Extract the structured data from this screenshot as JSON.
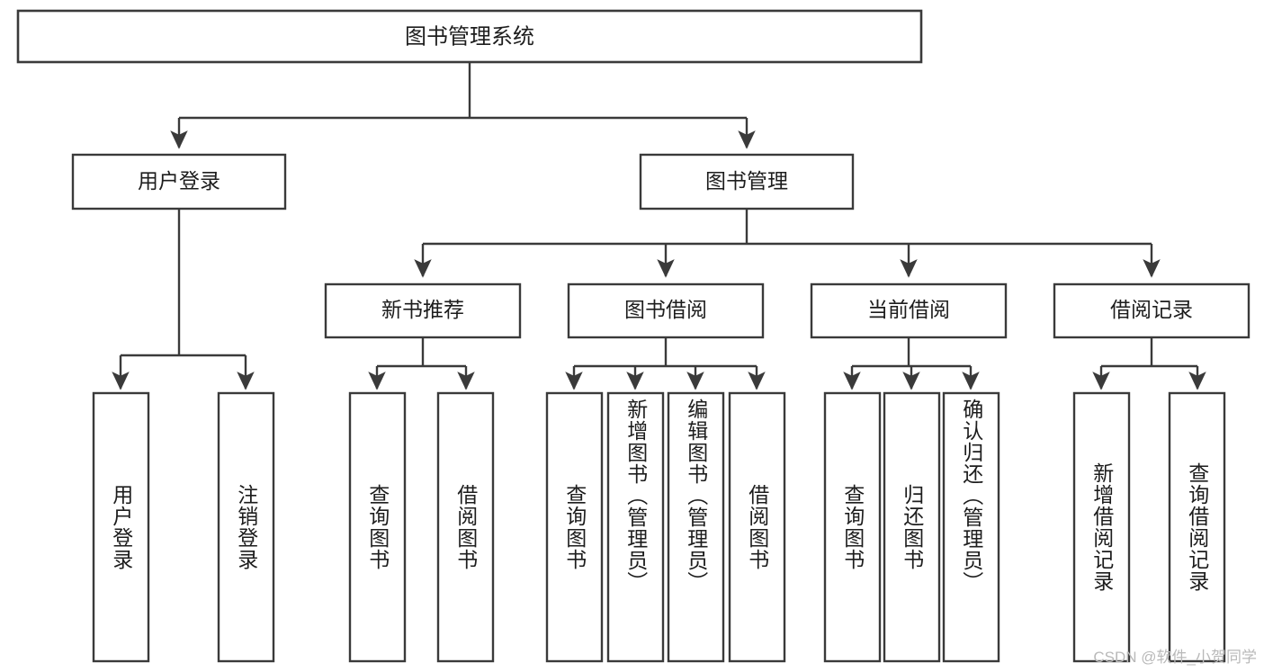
{
  "diagram": {
    "type": "tree",
    "title": "图书管理系统",
    "root": {
      "id": "root",
      "label": "图书管理系统"
    },
    "level1": [
      {
        "id": "user-login",
        "label": "用户登录"
      },
      {
        "id": "book-manage",
        "label": "图书管理"
      }
    ],
    "level2": [
      {
        "id": "new-book-recommend",
        "label": "新书推荐",
        "parent": "book-manage"
      },
      {
        "id": "book-borrow",
        "label": "图书借阅",
        "parent": "book-manage"
      },
      {
        "id": "current-borrow",
        "label": "当前借阅",
        "parent": "book-manage"
      },
      {
        "id": "borrow-record",
        "label": "借阅记录",
        "parent": "book-manage"
      }
    ],
    "leaves": [
      {
        "id": "leaf-user-login",
        "label": "用户登录",
        "parent": "user-login"
      },
      {
        "id": "leaf-user-logout",
        "label": "注销登录",
        "parent": "user-login"
      },
      {
        "id": "leaf-query-book-1",
        "label": "查询图书",
        "parent": "new-book-recommend"
      },
      {
        "id": "leaf-borrow-book-1",
        "label": "借阅图书",
        "parent": "new-book-recommend"
      },
      {
        "id": "leaf-query-book-2",
        "label": "查询图书",
        "parent": "book-borrow"
      },
      {
        "id": "leaf-add-book",
        "label": "新增图书（管理员）",
        "parent": "book-borrow"
      },
      {
        "id": "leaf-edit-book",
        "label": "编辑图书（管理员）",
        "parent": "book-borrow"
      },
      {
        "id": "leaf-borrow-book-2",
        "label": "借阅图书",
        "parent": "book-borrow"
      },
      {
        "id": "leaf-query-book-3",
        "label": "查询图书",
        "parent": "current-borrow"
      },
      {
        "id": "leaf-return-book",
        "label": "归还图书",
        "parent": "current-borrow"
      },
      {
        "id": "leaf-confirm-return",
        "label": "确认归还（管理员）",
        "parent": "current-borrow"
      },
      {
        "id": "leaf-add-record",
        "label": "新增借阅记录",
        "parent": "borrow-record"
      },
      {
        "id": "leaf-query-record",
        "label": "查询借阅记录",
        "parent": "borrow-record"
      }
    ]
  },
  "watermark": {
    "text": "CSDN @软件_小贺同学"
  },
  "colors": {
    "stroke": "#3a3a3a",
    "box_fill": "#ffffff",
    "text": "#1d1d1d",
    "watermark": "#b9b9b9",
    "background": "#ffffff"
  }
}
